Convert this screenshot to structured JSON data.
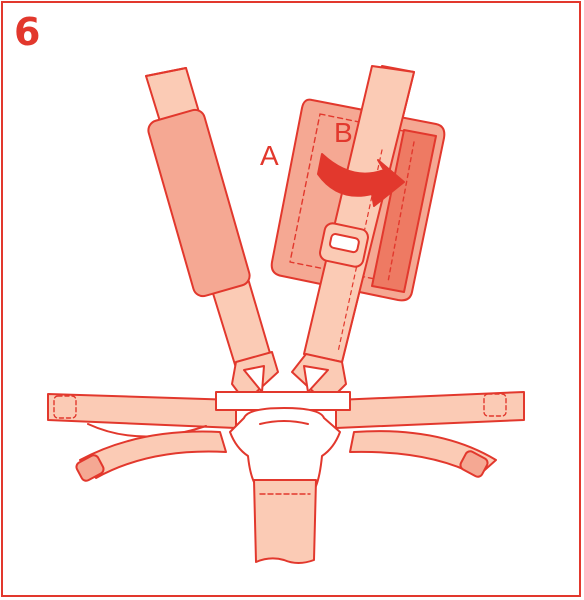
{
  "step": {
    "number": "6"
  },
  "labels": {
    "a": "A",
    "b": "B"
  },
  "colors": {
    "outline": "#e2382d",
    "strap_fill": "#fbcbb5",
    "pad_fill": "#f5a893",
    "pad_back_fill": "#ee7a63",
    "accent": "#e2382d"
  }
}
